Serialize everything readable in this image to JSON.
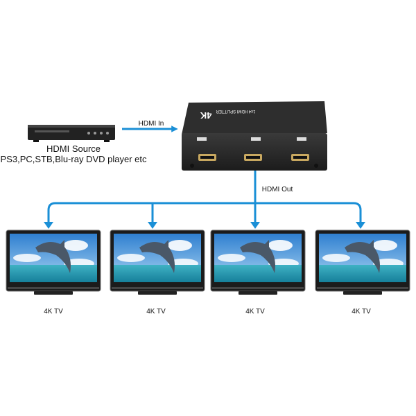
{
  "source": {
    "title": "HDMI Source",
    "subtitle": "PS3,PC,STB,Blu-ray DVD player etc"
  },
  "connections": {
    "input_label": "HDMI  In",
    "output_label": "HDMI Out"
  },
  "splitter": {
    "model_text": "1x4 HDMI SPLITTER",
    "badge": "4K"
  },
  "displays": [
    {
      "label": "4K TV"
    },
    {
      "label": "4K TV"
    },
    {
      "label": "4K TV"
    },
    {
      "label": "4K TV"
    }
  ],
  "colors": {
    "arrow": "#1a8fd6",
    "device": "#2a2a2a",
    "sky": "#3d8fd8",
    "sea": "#2aa6b8"
  }
}
